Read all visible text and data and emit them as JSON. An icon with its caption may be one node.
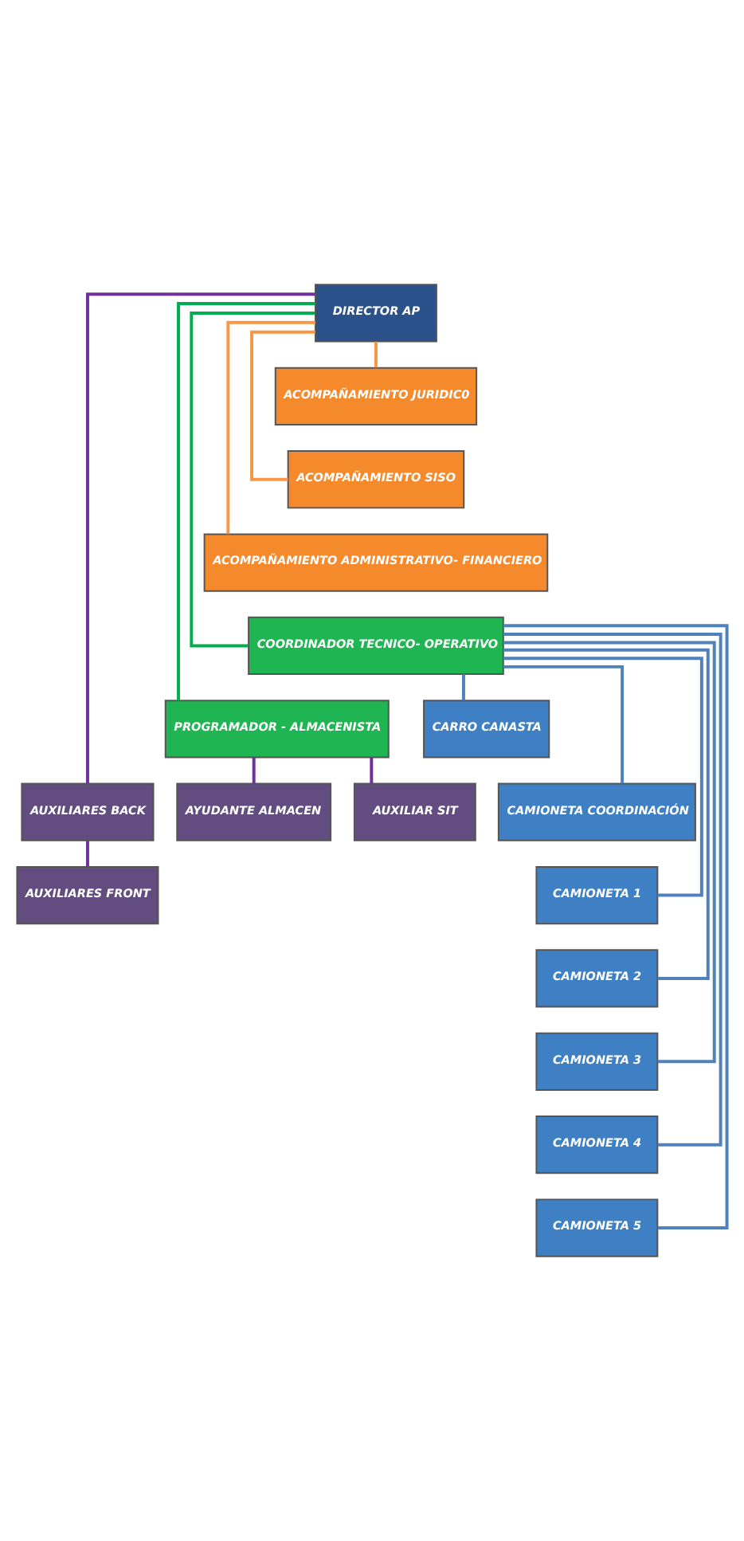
{
  "diagram": {
    "nodes": [
      {
        "text": [
          "DIRECTOR AP"
        ]
      },
      {
        "text": [
          "ACOMPAÑAMIENTO JURIDIC0"
        ]
      },
      {
        "text": [
          "ACOMPAÑAMIENTO SISO"
        ]
      },
      {
        "text": [
          "ACOMPAÑAMIENTO ADMINISTRATIVO- FINANCIERO"
        ]
      },
      {
        "text": [
          "COORDINADOR TECNICO- OPERATIVO"
        ]
      },
      {
        "text": [
          "PROGRAMADOR - ALMACENISTA"
        ]
      },
      {
        "text": [
          "AUXILIARES BACK"
        ]
      },
      {
        "text": [
          "CARRO CANASTA"
        ]
      },
      {
        "text": [
          "CAMIONETA COORDINACIÓN"
        ]
      },
      {
        "text": [
          "CAMIONETA 1"
        ]
      },
      {
        "text": [
          "CAMIONETA 2"
        ]
      },
      {
        "text": [
          "CAMIONETA 3"
        ]
      },
      {
        "text": [
          "CAMIONETA 4"
        ]
      },
      {
        "text": [
          "CAMIONETA 5"
        ]
      },
      {
        "text": [
          "AYUDANTE ALMACEN"
        ]
      },
      {
        "text": [
          "AUXILIAR SIT"
        ]
      },
      {
        "text": [
          "AUXILIARES FRONT"
        ]
      }
    ],
    "edges": [
      {
        "from": 0,
        "to": 1,
        "arrow": "none",
        "color": "#f79646"
      },
      {
        "from": 0,
        "to": 2,
        "arrow": "none",
        "color": "#f79646"
      },
      {
        "from": 0,
        "to": 3,
        "arrow": "none",
        "color": "#f79646"
      },
      {
        "from": 0,
        "to": 4,
        "arrow": "none",
        "color": "#00b050"
      },
      {
        "from": 0,
        "to": 5,
        "arrow": "none",
        "color": "#00b050"
      },
      {
        "from": 0,
        "to": 6,
        "arrow": "none",
        "color": "#7030a0"
      },
      {
        "from": 4,
        "to": 7,
        "arrow": "none"
      },
      {
        "from": 4,
        "to": 8,
        "arrow": "none"
      },
      {
        "from": 4,
        "to": 9,
        "arrow": "none"
      },
      {
        "from": 4,
        "to": 10,
        "arrow": "none"
      },
      {
        "from": 4,
        "to": 11,
        "arrow": "none"
      },
      {
        "from": 4,
        "to": 12,
        "arrow": "none"
      },
      {
        "from": 4,
        "to": 13,
        "arrow": "none"
      },
      {
        "from": 5,
        "to": 14,
        "arrow": "none",
        "color": "#7030a0"
      },
      {
        "from": 5,
        "to": 15,
        "arrow": "none",
        "color": "#7030a0"
      },
      {
        "from": 6,
        "to": 16,
        "arrow": "none",
        "color": "#7030a0"
      }
    ]
  }
}
